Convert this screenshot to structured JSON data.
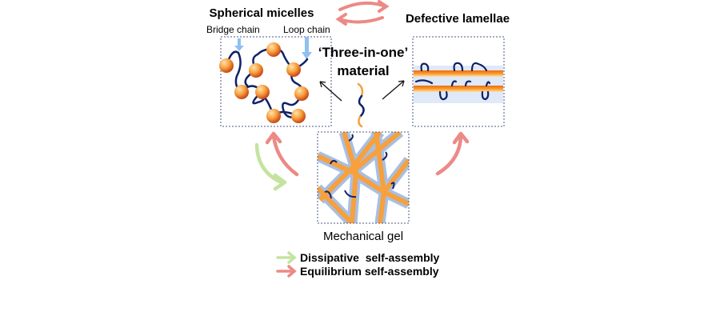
{
  "titles": {
    "spherical_micelles": "Spherical micelles",
    "defective_lamellae": "Defective  lamellae",
    "three_in_one_line1": "‘Three-in-one’",
    "three_in_one_line2": "material",
    "mechanical_gel": "Mechanical gel"
  },
  "labels": {
    "bridge_chain": "Bridge chain",
    "loop_chain": "Loop chain"
  },
  "legend": [
    {
      "label": "Dissipative  self-assembly",
      "color": "#c5e3a0"
    },
    {
      "label": "Equilibrium self-assembly",
      "color": "#ec8a86"
    }
  ],
  "colors": {
    "chain": "#0f2167",
    "orange": "#f7a03c",
    "blue_band": "#a7bfe3",
    "light_band": "#dfe9f7",
    "arrow_blue": "#8fc0f0"
  }
}
